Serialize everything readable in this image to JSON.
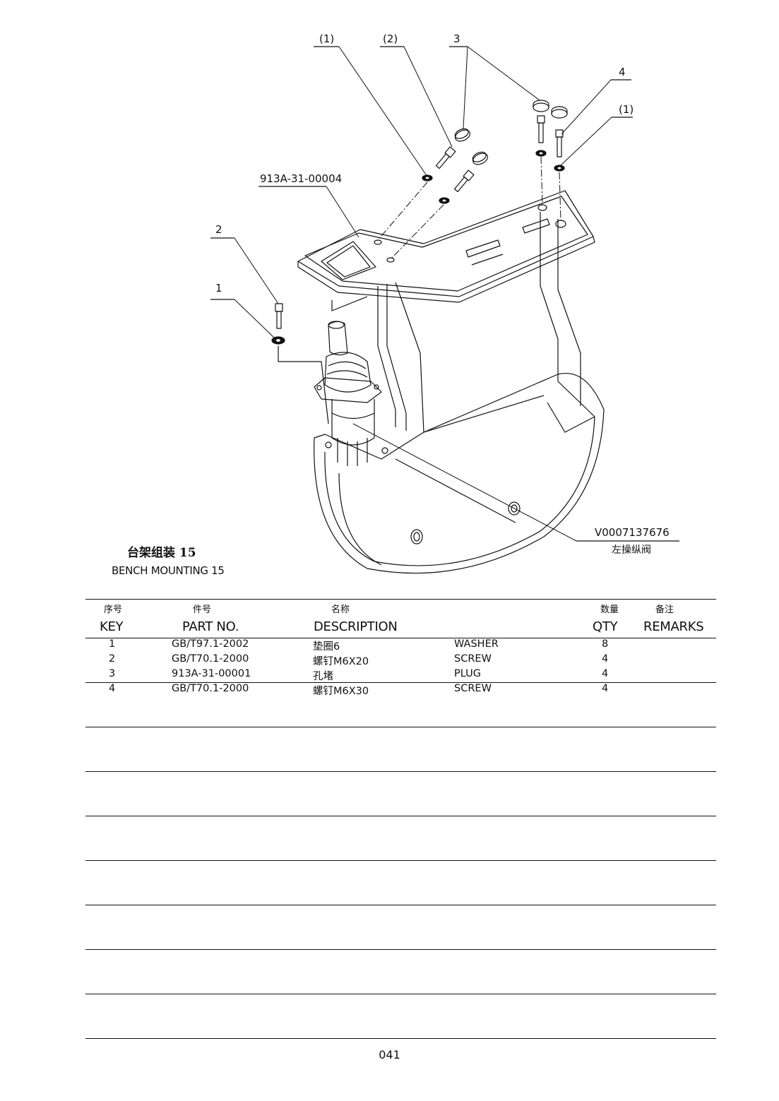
{
  "diagram": {
    "callouts": {
      "c1a": "(1)",
      "c2a": "(2)",
      "c3": "3",
      "c4": "4",
      "c1b": "(1)",
      "part_ref": "913A-31-00004",
      "c2": "2",
      "c1": "1",
      "valve_code": "V0007137676",
      "valve_name": "左操纵阀"
    }
  },
  "title": {
    "zh": "台架组装 15",
    "en": "BENCH MOUNTING 15"
  },
  "table": {
    "headers_zh": {
      "key": "序号",
      "part_no": "件号",
      "description": "名称",
      "qty": "数量",
      "remarks": "备注"
    },
    "headers_en": {
      "key": "KEY",
      "part_no": "PART NO.",
      "description": "DESCRIPTION",
      "qty": "QTY",
      "remarks": "REMARKS"
    },
    "rows": [
      {
        "key": "1",
        "part_no": "GB/T97.1-2002",
        "desc_zh": "垫圈6",
        "desc_en": "WASHER",
        "qty": "8",
        "remarks": ""
      },
      {
        "key": "2",
        "part_no": "GB/T70.1-2000",
        "desc_zh": "螺钉M6X20",
        "desc_en": "SCREW",
        "qty": "4",
        "remarks": ""
      },
      {
        "key": "3",
        "part_no": "913A-31-00001",
        "desc_zh": "孔堵",
        "desc_en": "PLUG",
        "qty": "4",
        "remarks": ""
      },
      {
        "key": "4",
        "part_no": "GB/T70.1-2000",
        "desc_zh": "螺钉M6X30",
        "desc_en": "SCREW",
        "qty": "4",
        "remarks": ""
      }
    ]
  },
  "page_number": "041"
}
